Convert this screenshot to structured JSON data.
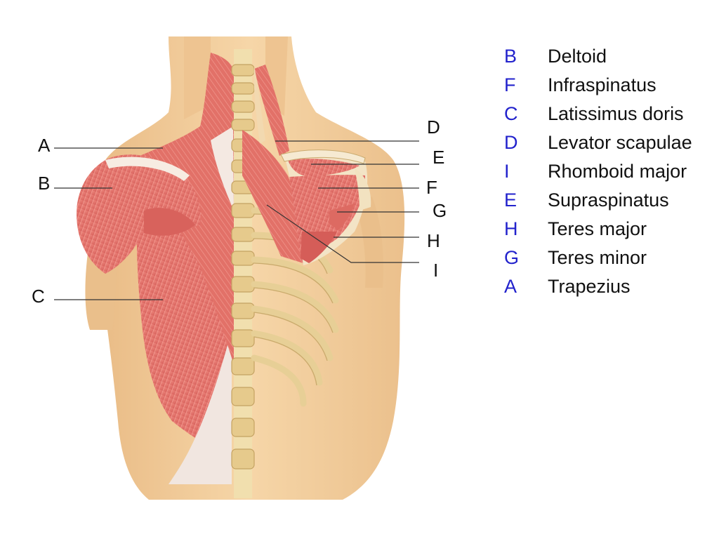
{
  "colors": {
    "skin": "#f3cf9f",
    "skin_shadow": "#e3b27c",
    "muscle": "#e8776f",
    "muscle_dark": "#c9514c",
    "tendon": "#f4e9e2",
    "bone": "#eed9a6",
    "bone_shadow": "#c8a968",
    "label_letter": "#2222cc",
    "label_text": "#111111",
    "leader_line": "#333333"
  },
  "callouts": [
    {
      "letter": "A"
    },
    {
      "letter": "B"
    },
    {
      "letter": "C"
    },
    {
      "letter": "D"
    },
    {
      "letter": "E"
    },
    {
      "letter": "F"
    },
    {
      "letter": "G"
    },
    {
      "letter": "H"
    },
    {
      "letter": "I"
    }
  ],
  "legend": [
    {
      "letter": "B",
      "name": "Deltoid"
    },
    {
      "letter": "F",
      "name": "Infraspinatus"
    },
    {
      "letter": "C",
      "name": "Latissimus doris"
    },
    {
      "letter": "D",
      "name": "Levator scapulae"
    },
    {
      "letter": "I",
      "name": "Rhomboid major"
    },
    {
      "letter": "E",
      "name": "Supraspinatus"
    },
    {
      "letter": "H",
      "name": "Teres major"
    },
    {
      "letter": "G",
      "name": "Teres minor"
    },
    {
      "letter": "A",
      "name": "Trapezius"
    }
  ]
}
